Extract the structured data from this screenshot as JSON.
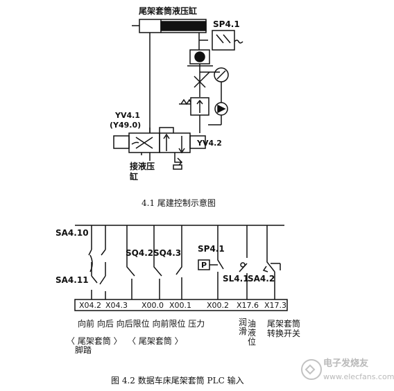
{
  "fig1": {
    "cylinder_title": "尾架套筒液压缸",
    "pressure_switch": "SP4.1",
    "valve_name": "YV4.1",
    "valve_alt": "(Y49.0)",
    "valve_right": "YV4.2",
    "port_label_1": "接液压",
    "port_label_2": "缸",
    "caption": "4.1 尾建控制示意图"
  },
  "fig2": {
    "sa_top": "SA4.10",
    "sa_bottom": "SA4.11",
    "sq1": "SQ4.2",
    "sq2": "SQ4.3",
    "sp": "SP4.1",
    "p_box": "P",
    "sl": "SL4.1",
    "sa_right": "SA4.2",
    "inputs": [
      "X04.2",
      "X04.3",
      "X00.0",
      "X00.1",
      "X00.2",
      "X17.6",
      "X17.3"
    ],
    "desc_1": "向前 向后 向后限位 向前限位 压力",
    "desc_lube": [
      "润",
      "滑",
      "油",
      "液",
      "位"
    ],
    "desc_switch_1": "尾架套筒",
    "desc_switch_2": "转换开关",
    "group_1": "〈 尾架套筒 〉",
    "group_1b": "脚踏",
    "group_2": "〈  尾架套筒  〉",
    "caption": "图 4.2 数据车床尾架套筒 PLC 输入"
  },
  "watermark": {
    "cn": "电子发烧友",
    "url": "www.elecfans.com"
  }
}
